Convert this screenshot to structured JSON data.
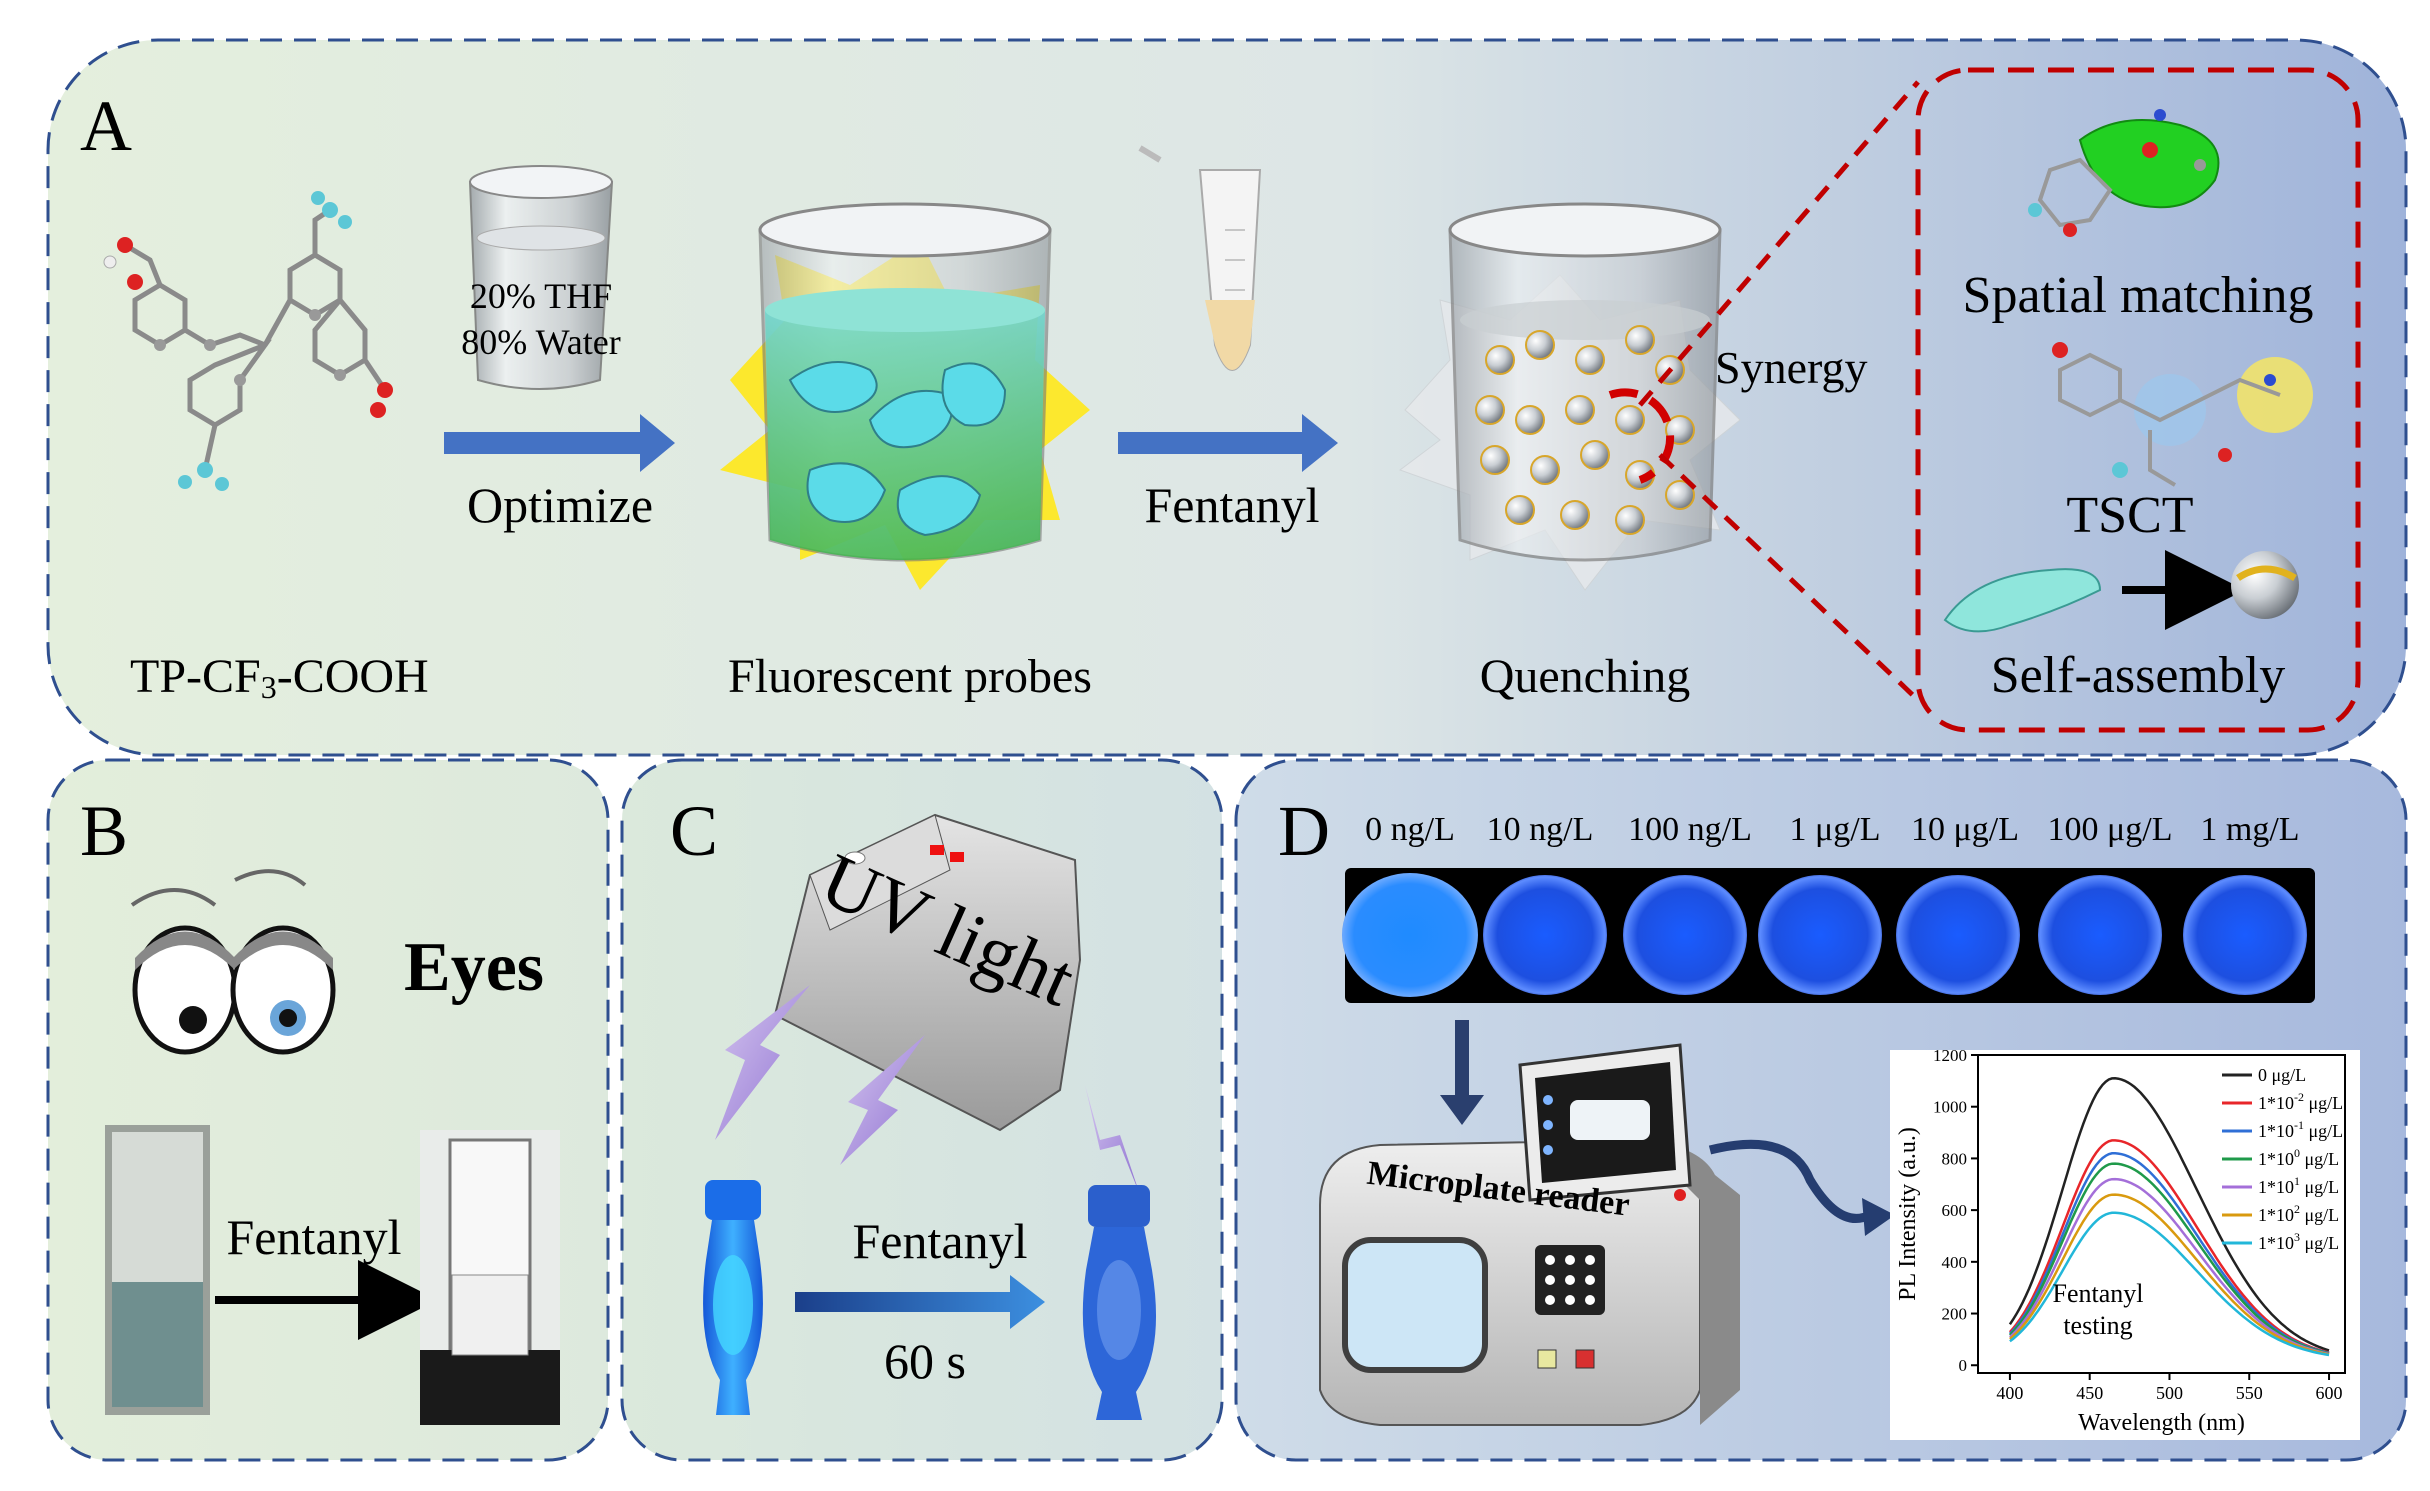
{
  "panels": {
    "a": {
      "letter": "A",
      "molecule_label_pre": "TP-CF",
      "molecule_label_sub": "3",
      "molecule_label_post": "-COOH",
      "solvent_line1": "20% THF",
      "solvent_line2": "80% Water",
      "step1": "Optimize",
      "probes_label": "Fluorescent probes",
      "step2": "Fentanyl",
      "quench_label": "Quenching",
      "synergy": "Synergy",
      "mechanisms": [
        "Spatial matching",
        "TSCT",
        "Self-assembly"
      ]
    },
    "b": {
      "letter": "B",
      "eyes_label": "Eyes",
      "arrow_label": "Fentanyl"
    },
    "c": {
      "letter": "C",
      "uv_label": "UV light",
      "arrow_label": "Fentanyl",
      "time_label": "60 s"
    },
    "d": {
      "letter": "D",
      "concentrations": [
        "0 ng/L",
        "10 ng/L",
        "100 ng/L",
        "1 μg/L",
        "10 μg/L",
        "100 μg/L",
        "1 mg/L"
      ],
      "reader_label": "Microplate reader",
      "plot_note_line1": "Fentanyl",
      "plot_note_line2": "testing"
    }
  },
  "colors": {
    "panel_border": "#2f4f8f",
    "red_dash": "#c00000",
    "arrow_blue": "#4472c4",
    "glow_yellow": "#ffe81a",
    "probe_cyan": "#5bdbe8",
    "well_blue": "#1e5bff"
  },
  "chart_data": {
    "type": "line",
    "xlabel": "Wavelength (nm)",
    "ylabel": "PL Intensity (a.u.)",
    "xlim": [
      380,
      610
    ],
    "ylim": [
      -30,
      1200
    ],
    "xticks": [
      400,
      450,
      500,
      550,
      600
    ],
    "yticks": [
      0,
      200,
      400,
      600,
      800,
      1000,
      1200
    ],
    "peak_x": 465,
    "series": [
      {
        "name": "0 μg/L",
        "base": "",
        "exp": "",
        "unit": "μg/L",
        "color": "#222222",
        "peak": 1090
      },
      {
        "name": "1*10-2 μg/L",
        "base": "1*10",
        "exp": "-2",
        "unit": " μg/L",
        "color": "#e8262a",
        "peak": 850
      },
      {
        "name": "1*10-1 μg/L",
        "base": "1*10",
        "exp": "-1",
        "unit": " μg/L",
        "color": "#2f6fd6",
        "peak": 800
      },
      {
        "name": "1*100 μg/L",
        "base": "1*10",
        "exp": "0",
        "unit": " μg/L",
        "color": "#1f9a4a",
        "peak": 760
      },
      {
        "name": "1*101 μg/L",
        "base": "1*10",
        "exp": "1",
        "unit": " μg/L",
        "color": "#a46fd9",
        "peak": 700
      },
      {
        "name": "1*102 μg/L",
        "base": "1*10",
        "exp": "2",
        "unit": " μg/L",
        "color": "#d99a0f",
        "peak": 640
      },
      {
        "name": "1*103 μg/L",
        "base": "1*10",
        "exp": "3",
        "unit": " μg/L",
        "color": "#22b7d9",
        "peak": 570
      }
    ]
  }
}
